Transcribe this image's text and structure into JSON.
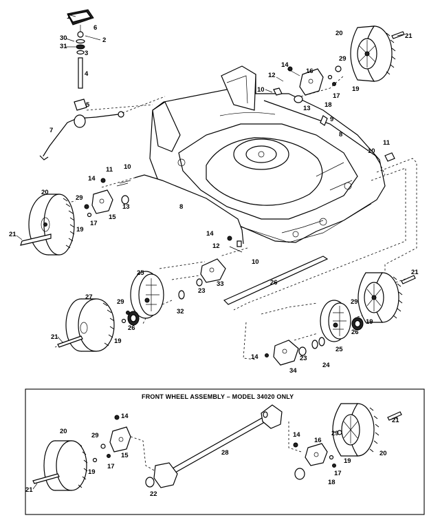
{
  "inset_title": "FRONT WHEEL ASSEMBLY – MODEL 34020 ONLY",
  "callouts": {
    "c1": "1",
    "c2": "2",
    "c3": "3",
    "c4": "4",
    "c5": "5",
    "c6": "6",
    "c7": "7",
    "c8": "8",
    "c9": "9",
    "c10": "10",
    "c11": "11",
    "c12": "12",
    "c13": "13",
    "c14": "14",
    "c15": "15",
    "c16": "16",
    "c17": "17",
    "c18": "18",
    "c19": "19",
    "c20": "20",
    "c21": "21",
    "c22": "22",
    "c23": "23",
    "c24": "24",
    "c25": "25",
    "c26": "26",
    "c27": "27",
    "c28": "28",
    "c29": "29",
    "c30": "30",
    "c31": "31",
    "c32": "32",
    "c33": "33",
    "c34": "34"
  }
}
